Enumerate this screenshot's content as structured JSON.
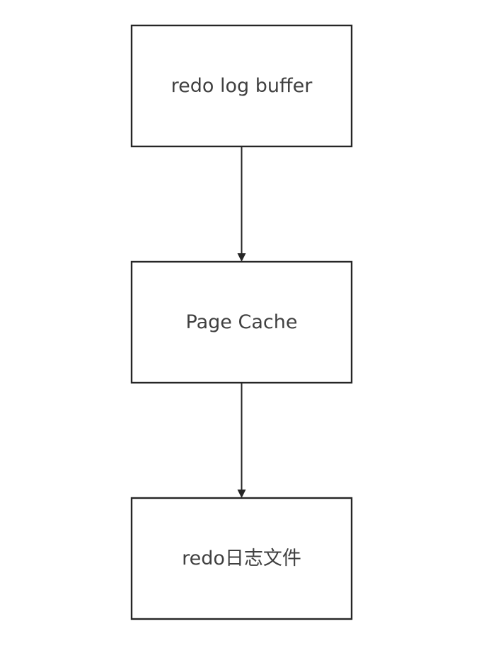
{
  "diagram": {
    "nodes": [
      {
        "id": "redo-log-buffer",
        "label": "redo log buffer"
      },
      {
        "id": "page-cache",
        "label": "Page Cache"
      },
      {
        "id": "redo-log-file",
        "label": "redo日志文件"
      }
    ],
    "edges": [
      {
        "from": "redo-log-buffer",
        "to": "page-cache"
      },
      {
        "from": "page-cache",
        "to": "redo-log-file"
      }
    ],
    "colors": {
      "stroke": "#262626",
      "text": "#404040",
      "background": "#ffffff"
    }
  }
}
